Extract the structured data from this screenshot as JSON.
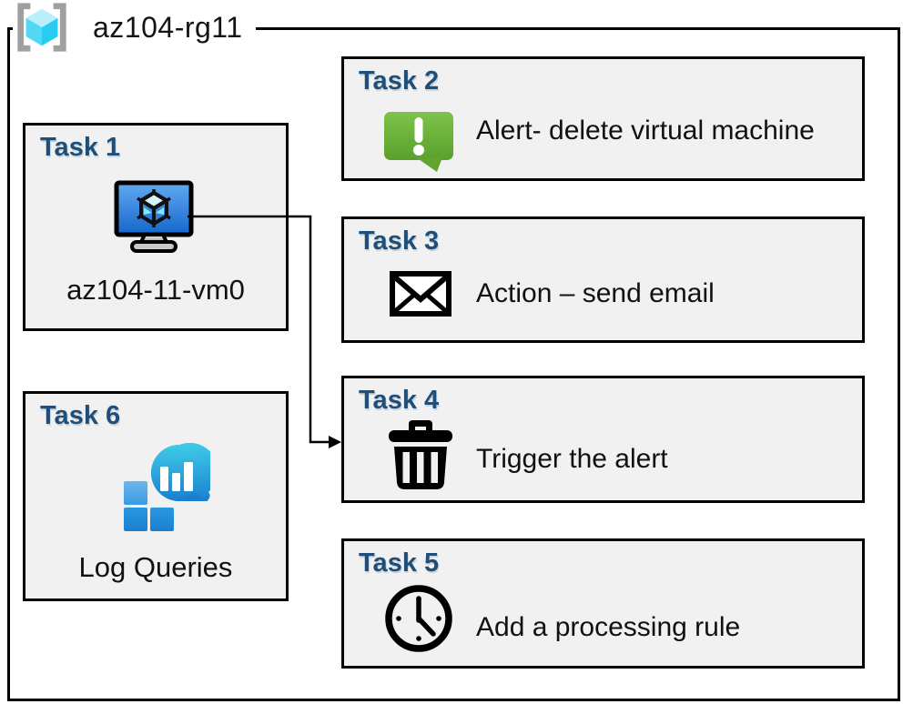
{
  "resource_group": {
    "title": "az104-rg11",
    "icon": "resource-group-icon"
  },
  "tasks": {
    "task1": {
      "title": "Task 1",
      "label": "az104-11-vm0",
      "icon": "virtual-machine-icon"
    },
    "task2": {
      "title": "Task 2",
      "label": "Alert- delete virtual machine",
      "icon": "alert-icon"
    },
    "task3": {
      "title": "Task 3",
      "label": "Action – send email",
      "icon": "email-icon"
    },
    "task4": {
      "title": "Task 4",
      "label": "Trigger the alert",
      "icon": "trash-icon"
    },
    "task5": {
      "title": "Task 5",
      "label": "Add a processing rule",
      "icon": "clock-icon"
    },
    "task6": {
      "title": "Task 6",
      "label": "Log Queries",
      "icon": "log-analytics-icon"
    }
  },
  "connector": {
    "from": "task1-vm-icon",
    "to": "task4-box"
  },
  "colors": {
    "task_title": "#1f4e79",
    "box_fill": "#f1f1f1",
    "box_border": "#000000",
    "text": "#111111",
    "alert_green_top": "#7ec24a",
    "alert_green_bottom": "#5aa02c",
    "vm_screen_top": "#62aaf0",
    "vm_screen_bottom": "#1566cc",
    "log_bubble_top": "#3ecbe8",
    "log_bubble_bottom": "#1b7fd0",
    "log_square_light": "#59a9e9",
    "log_square_dark": "#1f8ad8",
    "rg_cube_top": "#b9eefb",
    "rg_cube_left": "#52d7f5",
    "rg_cube_right": "#28ccf0",
    "rg_bracket": "#a0a0a0"
  }
}
